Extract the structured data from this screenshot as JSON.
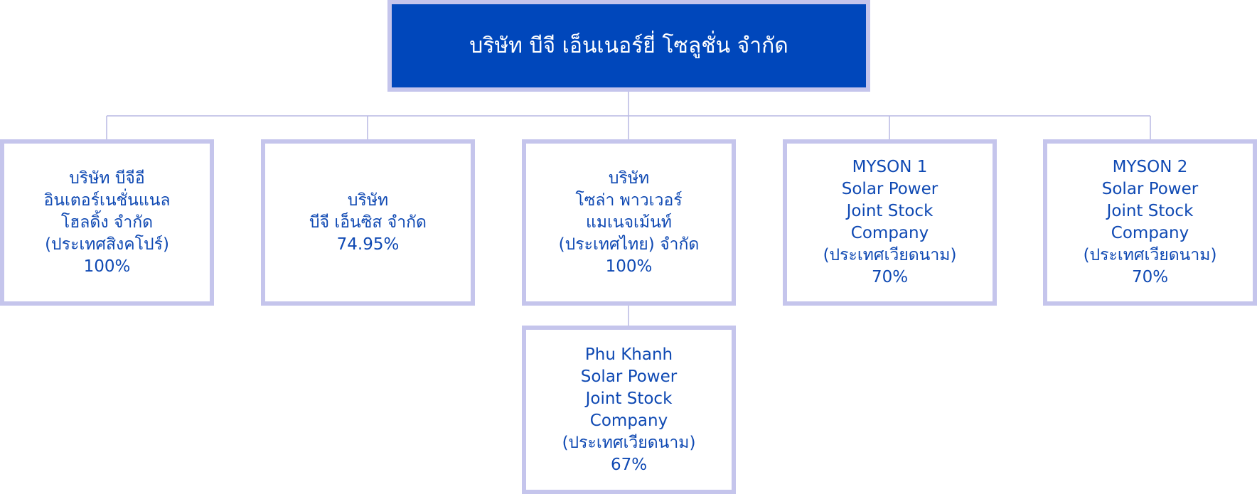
{
  "colors": {
    "root_fill": "#0047bb",
    "root_text": "#ffffff",
    "node_border": "#c5c5ec",
    "node_text": "#0f49b3",
    "connector": "#b9b9e3"
  },
  "root": {
    "label": "บริษัท บีจี เอ็นเนอร์ยี่ โซลูชั่น จำกัด"
  },
  "subsidiaries": [
    {
      "lines": [
        "บริษัท บีจีอี",
        "อินเตอร์เนชั่นแนล",
        "โฮลดิ้ง จำกัด",
        "(ประเทศสิงคโปร์)"
      ],
      "share": "100%"
    },
    {
      "lines": [
        "บริษัท",
        "บีจี เอ็นซิส จำกัด"
      ],
      "share": "74.95%"
    },
    {
      "lines": [
        "บริษัท",
        "โซล่า พาวเวอร์",
        "แมเนจเม้นท์",
        "(ประเทศไทย) จำกัด"
      ],
      "share": "100%"
    },
    {
      "lines": [
        "MYSON 1",
        "Solar Power",
        "Joint Stock",
        "Company",
        "(ประเทศเวียดนาม)"
      ],
      "share": "70%"
    },
    {
      "lines": [
        "MYSON 2",
        "Solar Power",
        "Joint Stock",
        "Company",
        "(ประเทศเวียดนาม)"
      ],
      "share": "70%"
    }
  ],
  "sub_subsidiary": {
    "lines": [
      "Phu Khanh",
      "Solar Power",
      "Joint Stock",
      "Company",
      "(ประเทศเวียดนาม)"
    ],
    "share": "67%"
  }
}
